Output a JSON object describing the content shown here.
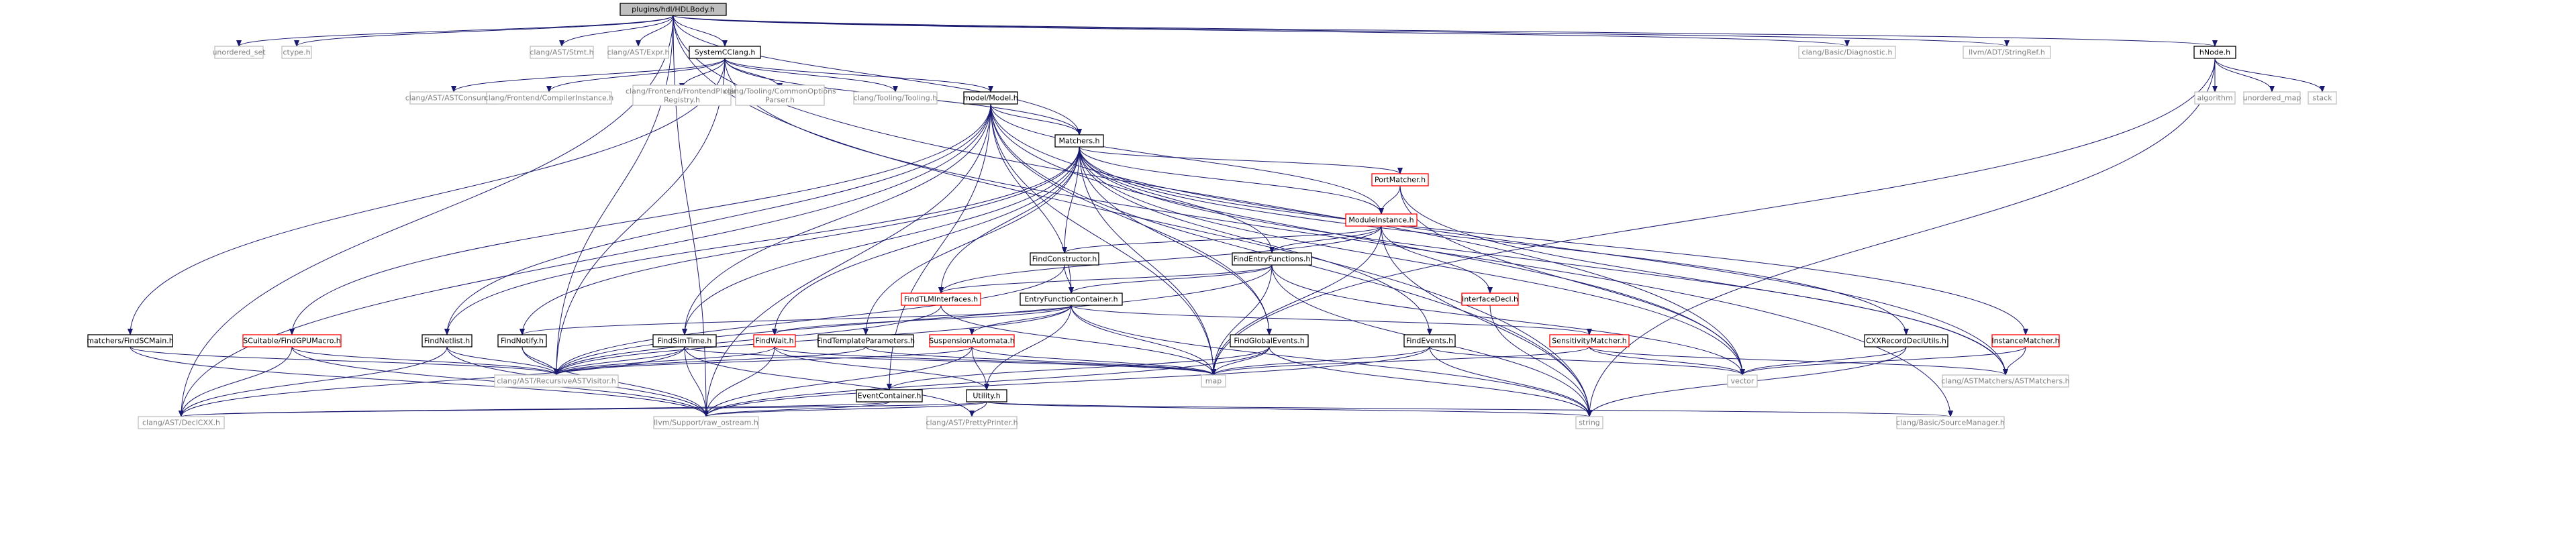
{
  "colors": {
    "root_fill": "#bfbfbf",
    "internal_border": "#000000",
    "internal_fill": "#ffffff",
    "missing_border": "#ff0000",
    "external_border": "#bfbfbf",
    "external_text": "#7f7f7f",
    "edge": "#191970",
    "text": "#000000"
  },
  "graph": {
    "root": "plugins/hdl/HDLBody.h",
    "nodes": [
      {
        "id": "root",
        "label": "plugins/hdl/HDLBody.h",
        "kind": "root"
      },
      {
        "id": "unordered_set",
        "label": "unordered_set",
        "kind": "external"
      },
      {
        "id": "ctype",
        "label": "ctype.h",
        "kind": "external"
      },
      {
        "id": "stmt",
        "label": "clang/AST/Stmt.h",
        "kind": "external"
      },
      {
        "id": "expr",
        "label": "clang/AST/Expr.h",
        "kind": "external"
      },
      {
        "id": "systemcclang",
        "label": "SystemCClang.h",
        "kind": "internal"
      },
      {
        "id": "diagnostic",
        "label": "clang/Basic/Diagnostic.h",
        "kind": "external"
      },
      {
        "id": "stringref",
        "label": "llvm/ADT/StringRef.h",
        "kind": "external"
      },
      {
        "id": "hnode",
        "label": "hNode.h",
        "kind": "internal"
      },
      {
        "id": "algorithm",
        "label": "algorithm",
        "kind": "external"
      },
      {
        "id": "unordered_map",
        "label": "unordered_map",
        "kind": "external"
      },
      {
        "id": "stack",
        "label": "stack",
        "kind": "external"
      },
      {
        "id": "astconsumer",
        "label": "clang/AST/ASTConsumer.h",
        "kind": "external"
      },
      {
        "id": "compilerinstance",
        "label": "clang/Frontend/CompilerInstance.h",
        "kind": "external"
      },
      {
        "id": "frontendplugin",
        "label": "clang/Frontend/FrontendPlugin Registry.h",
        "kind": "external"
      },
      {
        "id": "commonoptions",
        "label": "clang/Tooling/CommonOptions Parser.h",
        "kind": "external"
      },
      {
        "id": "tooling",
        "label": "clang/Tooling/Tooling.h",
        "kind": "external"
      },
      {
        "id": "model",
        "label": "model/Model.h",
        "kind": "internal"
      },
      {
        "id": "matchers",
        "label": "Matchers.h",
        "kind": "internal"
      },
      {
        "id": "portmatcher",
        "label": "PortMatcher.h",
        "kind": "missing"
      },
      {
        "id": "moduleinstance",
        "label": "ModuleInstance.h",
        "kind": "missing"
      },
      {
        "id": "findconstructor",
        "label": "FindConstructor.h",
        "kind": "internal"
      },
      {
        "id": "findentryfunctions",
        "label": "FindEntryFunctions.h",
        "kind": "internal"
      },
      {
        "id": "interfacedecl",
        "label": "InterfaceDecl.h",
        "kind": "missing"
      },
      {
        "id": "findtlminterfaces",
        "label": "FindTLMInterfaces.h",
        "kind": "missing"
      },
      {
        "id": "entryfunctioncontainer",
        "label": "EntryFunctionContainer.h",
        "kind": "internal"
      },
      {
        "id": "findscmain",
        "label": "matchers/FindSCMain.h",
        "kind": "internal"
      },
      {
        "id": "scuitable",
        "label": "SCuitable/FindGPUMacro.h",
        "kind": "missing"
      },
      {
        "id": "findnetlist",
        "label": "FindNetlist.h",
        "kind": "internal"
      },
      {
        "id": "findnotify",
        "label": "FindNotify.h",
        "kind": "internal"
      },
      {
        "id": "findsimtime",
        "label": "FindSimTime.h",
        "kind": "internal"
      },
      {
        "id": "findwait",
        "label": "FindWait.h",
        "kind": "missing"
      },
      {
        "id": "findtemplateparameters",
        "label": "FindTemplateParameters.h",
        "kind": "internal"
      },
      {
        "id": "suspensionautomata",
        "label": "SuspensionAutomata.h",
        "kind": "missing"
      },
      {
        "id": "findglobalevents",
        "label": "FindGlobalEvents.h",
        "kind": "internal"
      },
      {
        "id": "findevents",
        "label": "FindEvents.h",
        "kind": "internal"
      },
      {
        "id": "sensitivitymatcher",
        "label": "SensitivityMatcher.h",
        "kind": "missing"
      },
      {
        "id": "cxxrecorddeclutils",
        "label": "CXXRecordDeclUtils.h",
        "kind": "internal"
      },
      {
        "id": "instancematcher",
        "label": "InstanceMatcher.h",
        "kind": "missing"
      },
      {
        "id": "recursiveastvisitor",
        "label": "clang/AST/RecursiveASTVisitor.h",
        "kind": "external"
      },
      {
        "id": "eventcontainer",
        "label": "EventContainer.h",
        "kind": "internal"
      },
      {
        "id": "utility",
        "label": "Utility.h",
        "kind": "internal"
      },
      {
        "id": "map",
        "label": "map",
        "kind": "external"
      },
      {
        "id": "vector",
        "label": "vector",
        "kind": "external"
      },
      {
        "id": "astmatchers",
        "label": "clang/ASTMatchers/ASTMatchers.h",
        "kind": "external"
      },
      {
        "id": "declcxx",
        "label": "clang/AST/DeclCXX.h",
        "kind": "external"
      },
      {
        "id": "raw_ostream",
        "label": "llvm/Support/raw_ostream.h",
        "kind": "external"
      },
      {
        "id": "prettyprinter",
        "label": "clang/AST/PrettyPrinter.h",
        "kind": "external"
      },
      {
        "id": "string",
        "label": "string",
        "kind": "external"
      },
      {
        "id": "sourcemanager",
        "label": "clang/Basic/SourceManager.h",
        "kind": "external"
      }
    ],
    "edges": [
      [
        "root",
        "unordered_set"
      ],
      [
        "root",
        "ctype"
      ],
      [
        "root",
        "stmt"
      ],
      [
        "root",
        "expr"
      ],
      [
        "root",
        "systemcclang"
      ],
      [
        "root",
        "diagnostic"
      ],
      [
        "root",
        "stringref"
      ],
      [
        "root",
        "hnode"
      ],
      [
        "root",
        "declcxx"
      ],
      [
        "root",
        "raw_ostream"
      ],
      [
        "root",
        "recursiveastvisitor"
      ],
      [
        "root",
        "vector"
      ],
      [
        "root",
        "string"
      ],
      [
        "root",
        "matchers"
      ],
      [
        "hnode",
        "algorithm"
      ],
      [
        "hnode",
        "unordered_map"
      ],
      [
        "hnode",
        "stack"
      ],
      [
        "hnode",
        "string"
      ],
      [
        "hnode",
        "map"
      ],
      [
        "systemcclang",
        "astconsumer"
      ],
      [
        "systemcclang",
        "compilerinstance"
      ],
      [
        "systemcclang",
        "frontendplugin"
      ],
      [
        "systemcclang",
        "commonoptions"
      ],
      [
        "systemcclang",
        "tooling"
      ],
      [
        "systemcclang",
        "model"
      ],
      [
        "systemcclang",
        "findscmain"
      ],
      [
        "systemcclang",
        "recursiveastvisitor"
      ],
      [
        "systemcclang",
        "matchers"
      ],
      [
        "systemcclang",
        "sourcemanager"
      ],
      [
        "model",
        "matchers"
      ],
      [
        "model",
        "scuitable"
      ],
      [
        "model",
        "findnetlist"
      ],
      [
        "model",
        "findsimtime"
      ],
      [
        "model",
        "moduleinstance"
      ],
      [
        "model",
        "entryfunctioncontainer"
      ],
      [
        "model",
        "findglobalevents"
      ],
      [
        "model",
        "map"
      ],
      [
        "model",
        "vector"
      ],
      [
        "model",
        "string"
      ],
      [
        "model",
        "declcxx"
      ],
      [
        "model",
        "raw_ostream"
      ],
      [
        "model",
        "eventcontainer"
      ],
      [
        "model",
        "astmatchers"
      ],
      [
        "matchers",
        "portmatcher"
      ],
      [
        "matchers",
        "moduleinstance"
      ],
      [
        "matchers",
        "findconstructor"
      ],
      [
        "matchers",
        "findentryfunctions"
      ],
      [
        "matchers",
        "findtlminterfaces"
      ],
      [
        "matchers",
        "findnetlist"
      ],
      [
        "matchers",
        "findnotify"
      ],
      [
        "matchers",
        "findsimtime"
      ],
      [
        "matchers",
        "findwait"
      ],
      [
        "matchers",
        "findtemplateparameters"
      ],
      [
        "matchers",
        "findglobalevents"
      ],
      [
        "matchers",
        "findevents"
      ],
      [
        "matchers",
        "cxxrecorddeclutils"
      ],
      [
        "matchers",
        "instancematcher"
      ],
      [
        "matchers",
        "astmatchers"
      ],
      [
        "matchers",
        "map"
      ],
      [
        "matchers",
        "vector"
      ],
      [
        "portmatcher",
        "moduleinstance"
      ],
      [
        "portmatcher",
        "vector"
      ],
      [
        "portmatcher",
        "astmatchers"
      ],
      [
        "moduleinstance",
        "findconstructor"
      ],
      [
        "moduleinstance",
        "findentryfunctions"
      ],
      [
        "moduleinstance",
        "interfacedecl"
      ],
      [
        "moduleinstance",
        "findtlminterfaces"
      ],
      [
        "moduleinstance",
        "map"
      ],
      [
        "moduleinstance",
        "string"
      ],
      [
        "findconstructor",
        "entryfunctioncontainer"
      ],
      [
        "findconstructor",
        "recursiveastvisitor"
      ],
      [
        "findentryfunctions",
        "entryfunctioncontainer"
      ],
      [
        "findentryfunctions",
        "findtlminterfaces"
      ],
      [
        "findentryfunctions",
        "map"
      ],
      [
        "findentryfunctions",
        "vector"
      ],
      [
        "findentryfunctions",
        "string"
      ],
      [
        "findentryfunctions",
        "recursiveastvisitor"
      ],
      [
        "interfacedecl",
        "string"
      ],
      [
        "findtlminterfaces",
        "recursiveastvisitor"
      ],
      [
        "findtlminterfaces",
        "map"
      ],
      [
        "entryfunctioncontainer",
        "findnotify"
      ],
      [
        "entryfunctioncontainer",
        "findwait"
      ],
      [
        "entryfunctioncontainer",
        "suspensionautomata"
      ],
      [
        "entryfunctioncontainer",
        "sensitivitymatcher"
      ],
      [
        "entryfunctioncontainer",
        "map"
      ],
      [
        "entryfunctioncontainer",
        "utility"
      ],
      [
        "entryfunctioncontainer",
        "recursiveastvisitor"
      ],
      [
        "entryfunctioncontainer",
        "string"
      ],
      [
        "findscmain",
        "recursiveastvisitor"
      ],
      [
        "findscmain",
        "raw_ostream"
      ],
      [
        "scuitable",
        "recursiveastvisitor"
      ],
      [
        "scuitable",
        "declcxx"
      ],
      [
        "scuitable",
        "raw_ostream"
      ],
      [
        "findnetlist",
        "recursiveastvisitor"
      ],
      [
        "findnetlist",
        "declcxx"
      ],
      [
        "findnetlist",
        "raw_ostream"
      ],
      [
        "findnotify",
        "recursiveastvisitor"
      ],
      [
        "findnotify",
        "raw_ostream"
      ],
      [
        "findsimtime",
        "recursiveastvisitor"
      ],
      [
        "findsimtime",
        "raw_ostream"
      ],
      [
        "findsimtime",
        "map"
      ],
      [
        "findsimtime",
        "declcxx"
      ],
      [
        "findsimtime",
        "prettyprinter"
      ],
      [
        "findwait",
        "recursiveastvisitor"
      ],
      [
        "findwait",
        "raw_ostream"
      ],
      [
        "findwait",
        "map"
      ],
      [
        "findwait",
        "utility"
      ],
      [
        "findtemplateparameters",
        "recursiveastvisitor"
      ],
      [
        "findtemplateparameters",
        "map"
      ],
      [
        "suspensionautomata",
        "utility"
      ],
      [
        "suspensionautomata",
        "recursiveastvisitor"
      ],
      [
        "suspensionautomata",
        "raw_ostream"
      ],
      [
        "suspensionautomata",
        "map"
      ],
      [
        "findglobalevents",
        "eventcontainer"
      ],
      [
        "findglobalevents",
        "map"
      ],
      [
        "findglobalevents",
        "raw_ostream"
      ],
      [
        "findglobalevents",
        "string"
      ],
      [
        "findevents",
        "map"
      ],
      [
        "findevents",
        "string"
      ],
      [
        "findevents",
        "raw_ostream"
      ],
      [
        "findevents",
        "vector"
      ],
      [
        "sensitivitymatcher",
        "vector"
      ],
      [
        "sensitivitymatcher",
        "map"
      ],
      [
        "sensitivitymatcher",
        "astmatchers"
      ],
      [
        "cxxrecorddeclutils",
        "vector"
      ],
      [
        "cxxrecorddeclutils",
        "string"
      ],
      [
        "instancematcher",
        "vector"
      ],
      [
        "instancematcher",
        "astmatchers"
      ],
      [
        "eventcontainer",
        "declcxx"
      ],
      [
        "eventcontainer",
        "raw_ostream"
      ],
      [
        "utility",
        "raw_ostream"
      ],
      [
        "utility",
        "prettyprinter"
      ],
      [
        "utility",
        "sourcemanager"
      ],
      [
        "utility",
        "declcxx"
      ],
      [
        "utility",
        "string"
      ]
    ]
  }
}
